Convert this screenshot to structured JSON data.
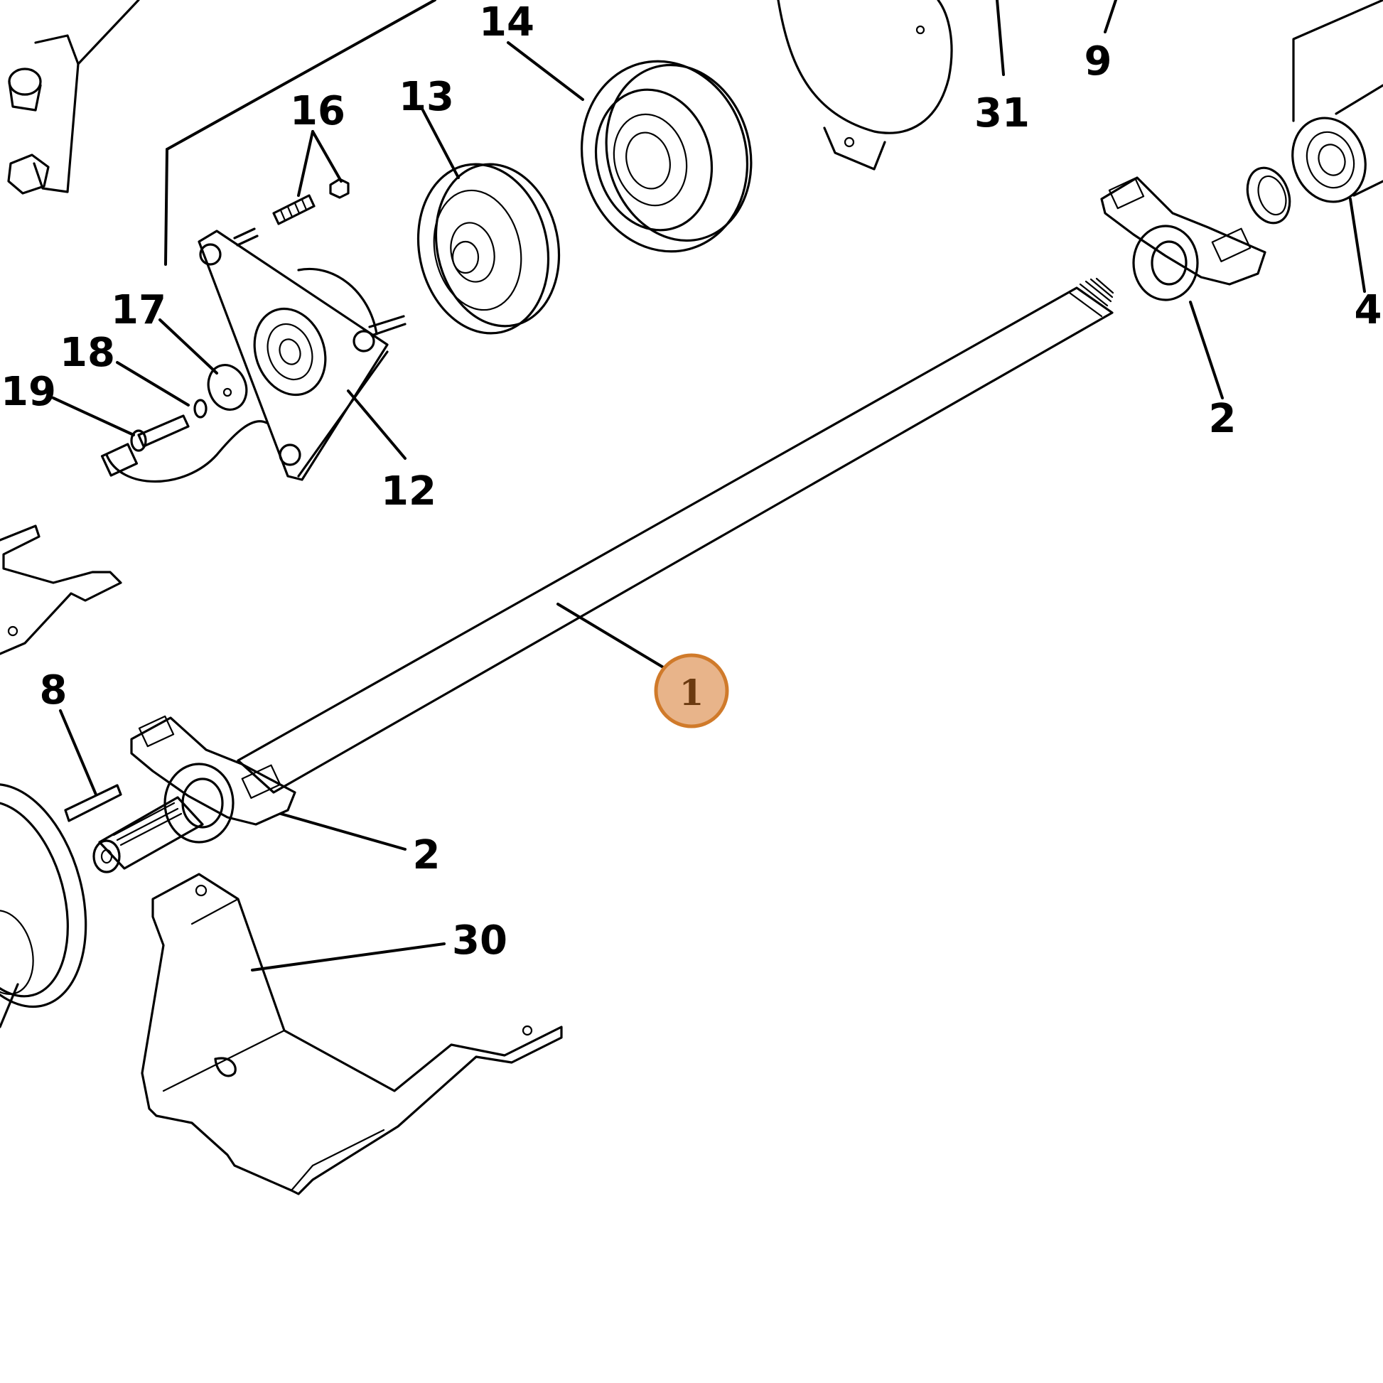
{
  "callouts": {
    "c1": "1",
    "c2a": "2",
    "c2b": "2",
    "c4": "4",
    "c8": "8",
    "c9": "9",
    "c12": "12",
    "c13": "13",
    "c14": "14",
    "c16": "16",
    "c17": "17",
    "c18": "18",
    "c19": "19",
    "c30": "30",
    "c31": "31"
  },
  "colors": {
    "line": "#000000",
    "highlight_fill": "#e8b48a",
    "highlight_stroke": "#d07a2a",
    "highlight_text": "#6b3a10"
  },
  "highlighted_callout": "1"
}
